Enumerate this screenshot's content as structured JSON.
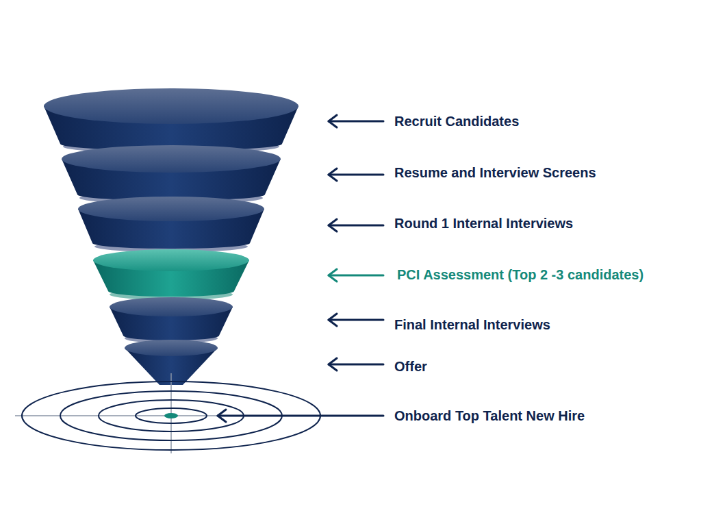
{
  "diagram": {
    "labels": [
      "Recruit Candidates",
      "Resume and Interview Screens",
      "Round 1 Internal Interviews",
      "PCI Assessment (Top 2 -3 candidates)",
      "Final Internal Interviews",
      "Offer",
      "Onboard Top Talent New Hire"
    ]
  }
}
